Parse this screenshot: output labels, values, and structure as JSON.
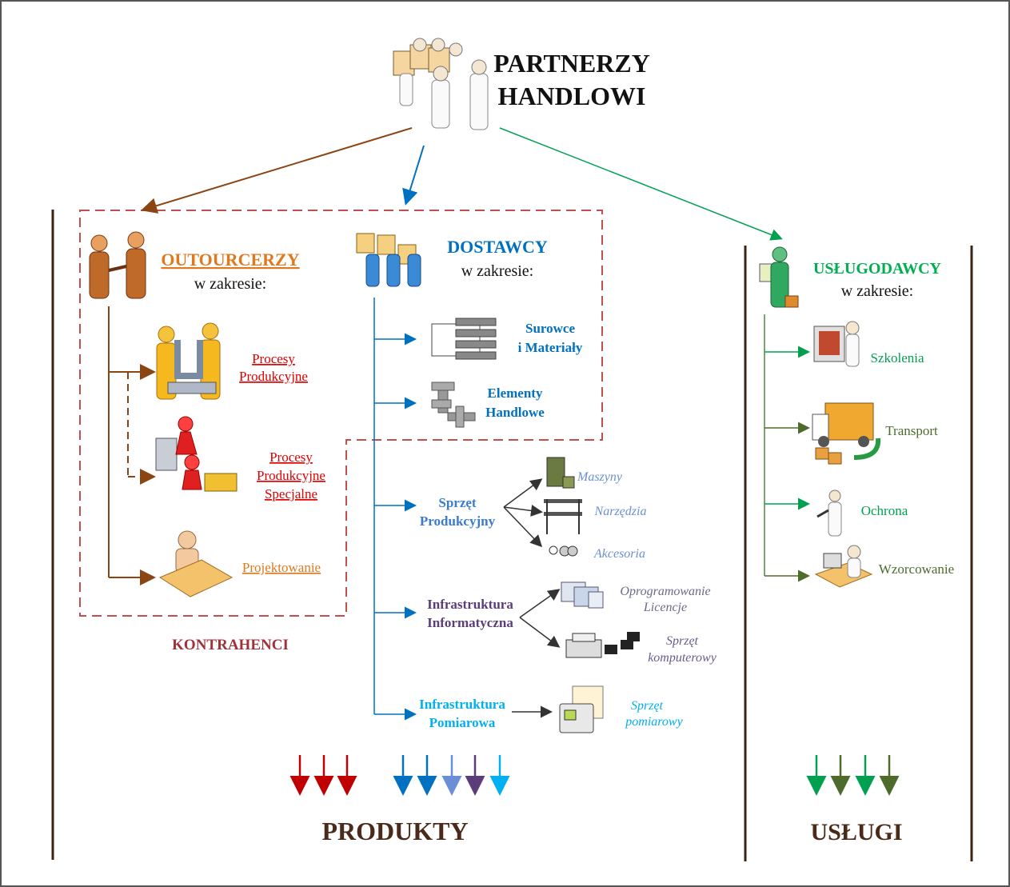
{
  "header": {
    "line1": "PARTNERZY",
    "line2": "HANDLOWI"
  },
  "outsourcers": {
    "title": "OUTOURCERZY",
    "subtitle": "w zakresie:",
    "items": [
      {
        "lines": [
          "Procesy",
          "Produkcyjne"
        ]
      },
      {
        "lines": [
          "Procesy",
          "Produkcyjne",
          "Specjalne"
        ]
      },
      {
        "lines": [
          "Projektowanie"
        ]
      }
    ]
  },
  "suppliers": {
    "title": "DOSTAWCY",
    "subtitle": "w zakresie:",
    "raw": [
      "Surowce",
      "i Materiały"
    ],
    "commercial": [
      "Elementy",
      "Handlowe"
    ],
    "production_equipment": {
      "label": [
        "Sprzęt",
        "Produkcyjny"
      ],
      "items": [
        "Maszyny",
        "Narzędzia",
        "Akcesoria"
      ]
    },
    "it": {
      "label": [
        "Infrastruktura",
        "Informatyczna"
      ],
      "items": [
        [
          "Oprogramowanie",
          "Licencje"
        ],
        [
          "Sprzęt",
          "komputerowy"
        ]
      ]
    },
    "measurement": {
      "label": [
        "Infrastruktura",
        "Pomiarowa"
      ],
      "items": [
        [
          "Sprzęt",
          "pomiarowy"
        ]
      ]
    }
  },
  "service_providers": {
    "title": "USŁUGODAWCY",
    "subtitle": "w zakresie:",
    "items": [
      "Szkolenia",
      "Transport",
      "Ochrona",
      "Wzorcowanie"
    ]
  },
  "contractors_label": "KONTRAHENCI",
  "products_label": "PRODUKTY",
  "services_label": "USŁUGI",
  "colors": {
    "brown": "#8b4513",
    "dark_red": "#a52a2a",
    "red": "#e00000",
    "orange": "#d2691e",
    "blue": "#0070c0",
    "light_blue": "#6a8fd6",
    "purple": "#5c3d7a",
    "cyan": "#00b0f0",
    "green": "#00a050",
    "olive": "#4e6b2c",
    "dark": "#3a2515"
  }
}
